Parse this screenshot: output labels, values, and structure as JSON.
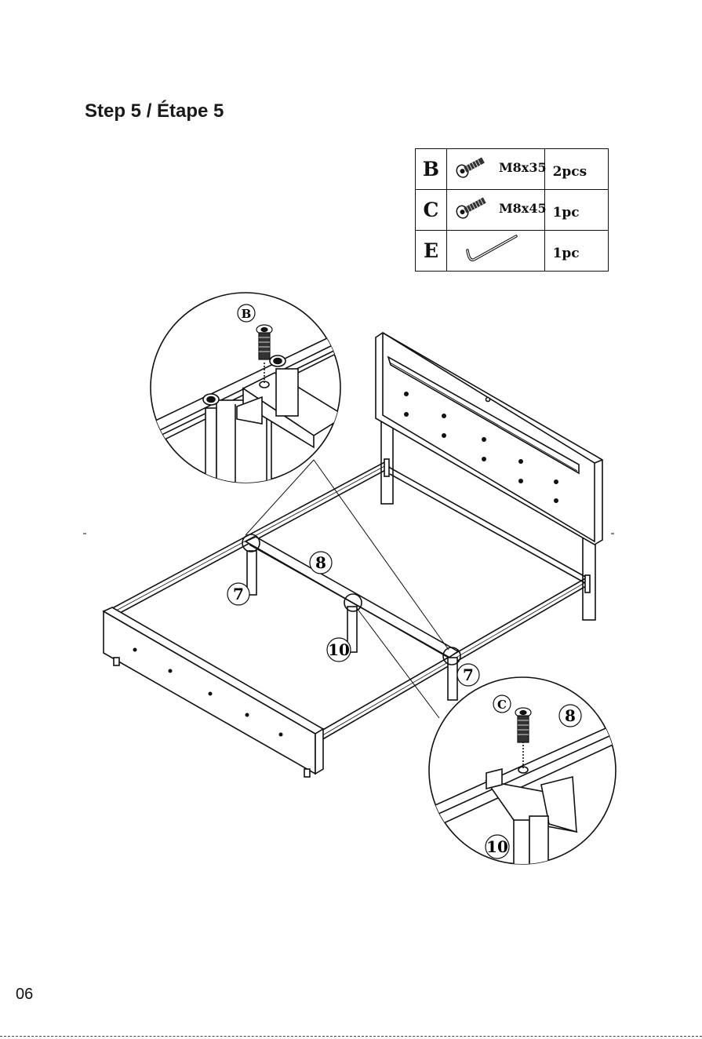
{
  "step": {
    "title": "Step 5 / Étape 5"
  },
  "parts": [
    {
      "letter": "B",
      "spec": "M8x35",
      "qty": "2pcs",
      "icon": "bolt-icon"
    },
    {
      "letter": "C",
      "spec": "M8x45",
      "qty": "1pc",
      "icon": "bolt-icon"
    },
    {
      "letter": "E",
      "spec": "",
      "qty": "1pc",
      "icon": "allen-key-icon"
    }
  ],
  "callouts": {
    "rail_8": "8",
    "leg_7": "7",
    "leg_10": "10",
    "zoom_top_part": "B",
    "zoom_bottom_part": "C",
    "zoom_bottom_rail": "8",
    "zoom_bottom_leg": "10"
  },
  "page": {
    "number": "06"
  }
}
